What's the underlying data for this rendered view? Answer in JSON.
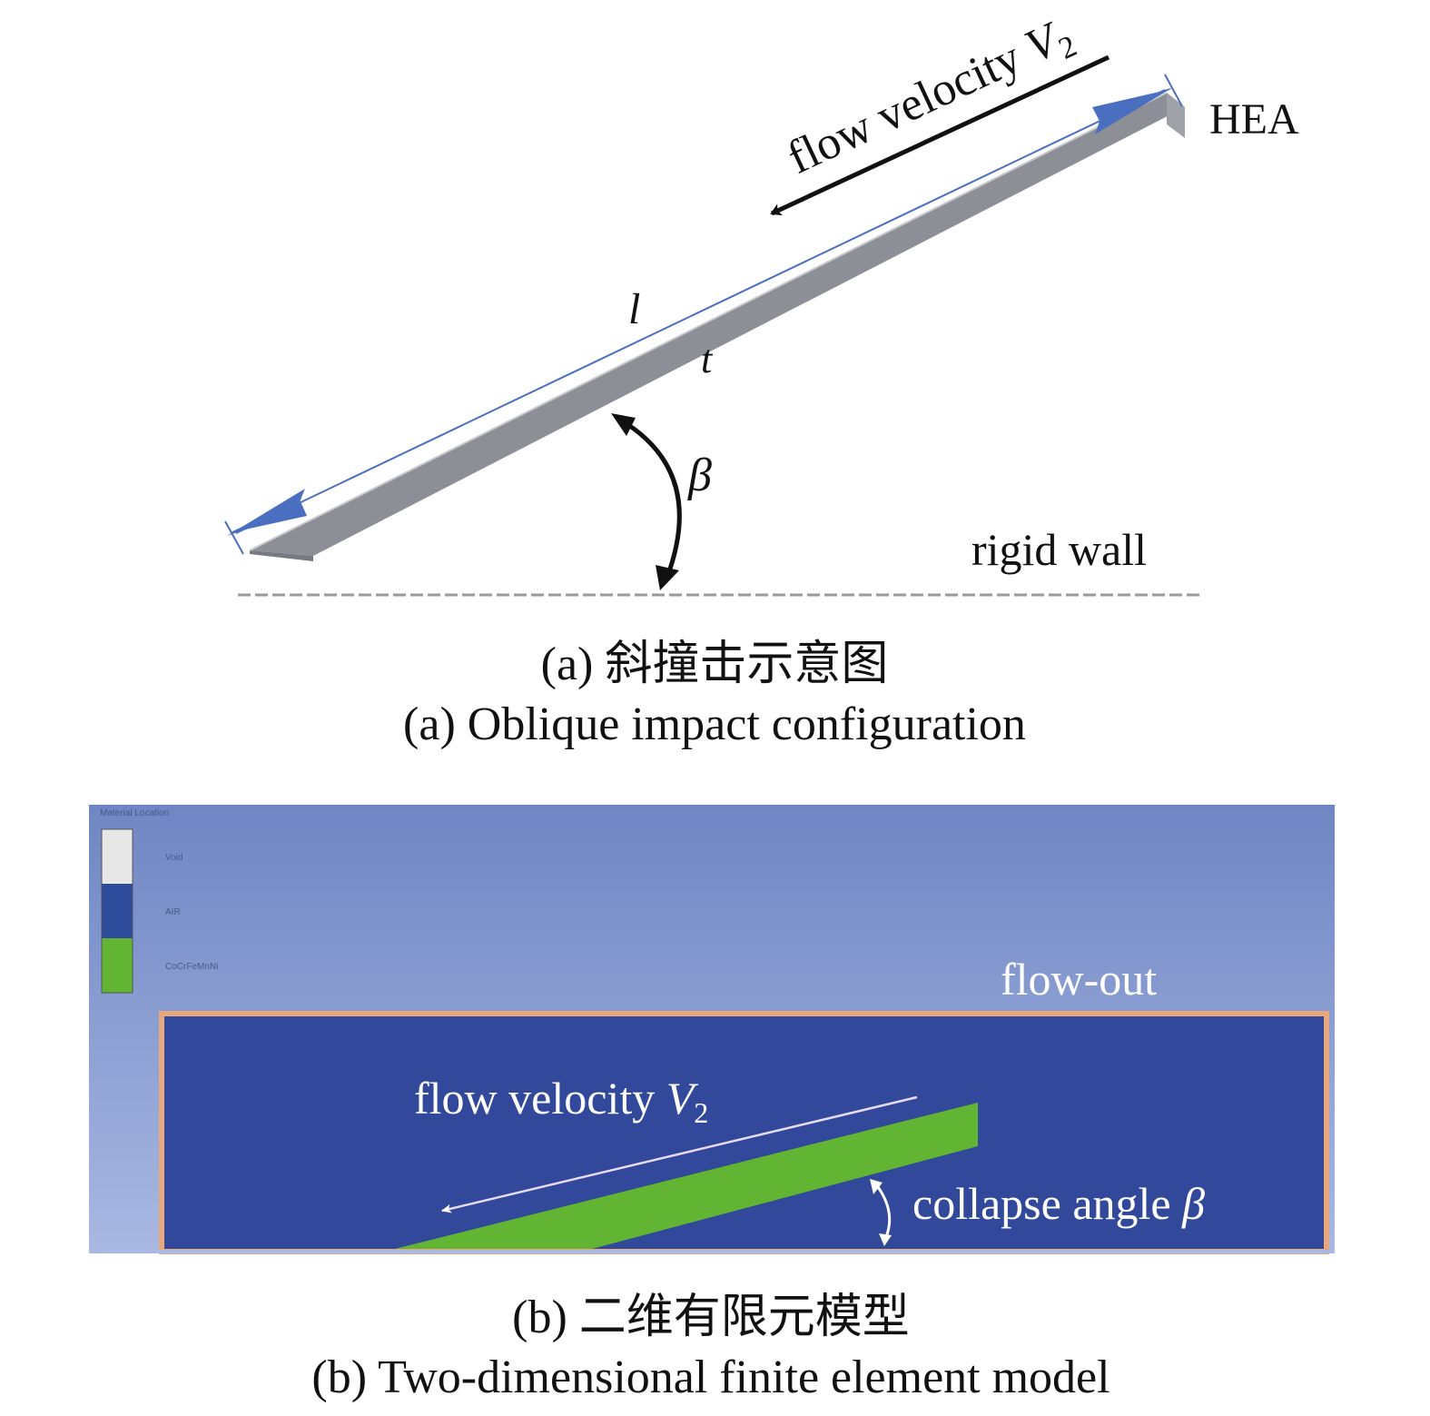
{
  "panel_a": {
    "labels": {
      "flow_velocity": "flow velocity ",
      "velocity_symbol": "V",
      "velocity_subscript": "2",
      "material": "HEA",
      "length_symbol": "l",
      "thickness_symbol": "t",
      "angle_symbol": "β",
      "wall": "rigid wall"
    },
    "caption_cn": "(a) 斜撞击示意图",
    "caption_en": "(a) Oblique impact configuration"
  },
  "panel_b": {
    "legend": {
      "title": "Material Location",
      "items": [
        {
          "label": "Void",
          "color": "#e8e8e8"
        },
        {
          "label": "AIR",
          "color": "#2f4b9c"
        },
        {
          "label": "CoCrFeMnNi",
          "color": "#62b532"
        }
      ]
    },
    "labels": {
      "boundary": "flow-out",
      "flow_velocity": "flow velocity ",
      "velocity_symbol": "V",
      "velocity_subscript": "2",
      "angle_text": "collapse angle ",
      "angle_symbol": "β"
    },
    "colors": {
      "background_top": "#6f86c4",
      "background_bottom": "#a9b8e2",
      "domain": "#32489a",
      "domain_border": "#e9a77c",
      "plate": "#62b532"
    },
    "caption_cn": "(b) 二维有限元模型",
    "caption_en": "(b) Two-dimensional finite element model"
  }
}
